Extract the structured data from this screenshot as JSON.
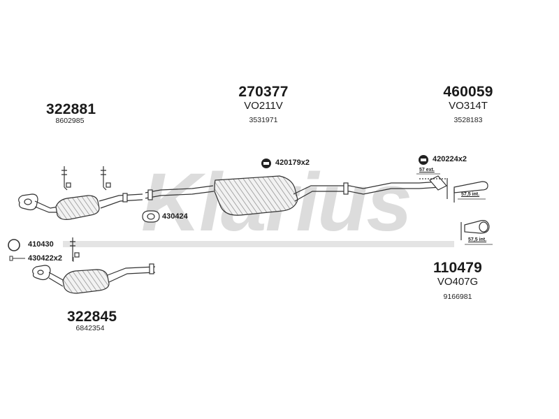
{
  "watermark": "Klarius",
  "parts": {
    "p322881": {
      "number": "322881",
      "oem": "8602985"
    },
    "p270377": {
      "number": "270377",
      "model": "VO211V",
      "oem": "3531971"
    },
    "p460059": {
      "number": "460059",
      "model": "VO314T",
      "oem": "3528183"
    },
    "p110479": {
      "number": "110479",
      "model": "VO407G",
      "oem": "9166981"
    },
    "p322845": {
      "number": "322845",
      "oem": "6842354"
    }
  },
  "accessories": {
    "a420179": "420179x2",
    "a420224": "420224x2",
    "a430424": "430424",
    "a410430": "410430",
    "a430422": "430422x2"
  },
  "notes": {
    "ext57": "57 ext.",
    "int575a": "57,5 int.",
    "int575b": "57,5 int."
  },
  "colors": {
    "watermark": "#dcdcdc",
    "line": "#333333",
    "part_fill": "#eeeeee"
  }
}
